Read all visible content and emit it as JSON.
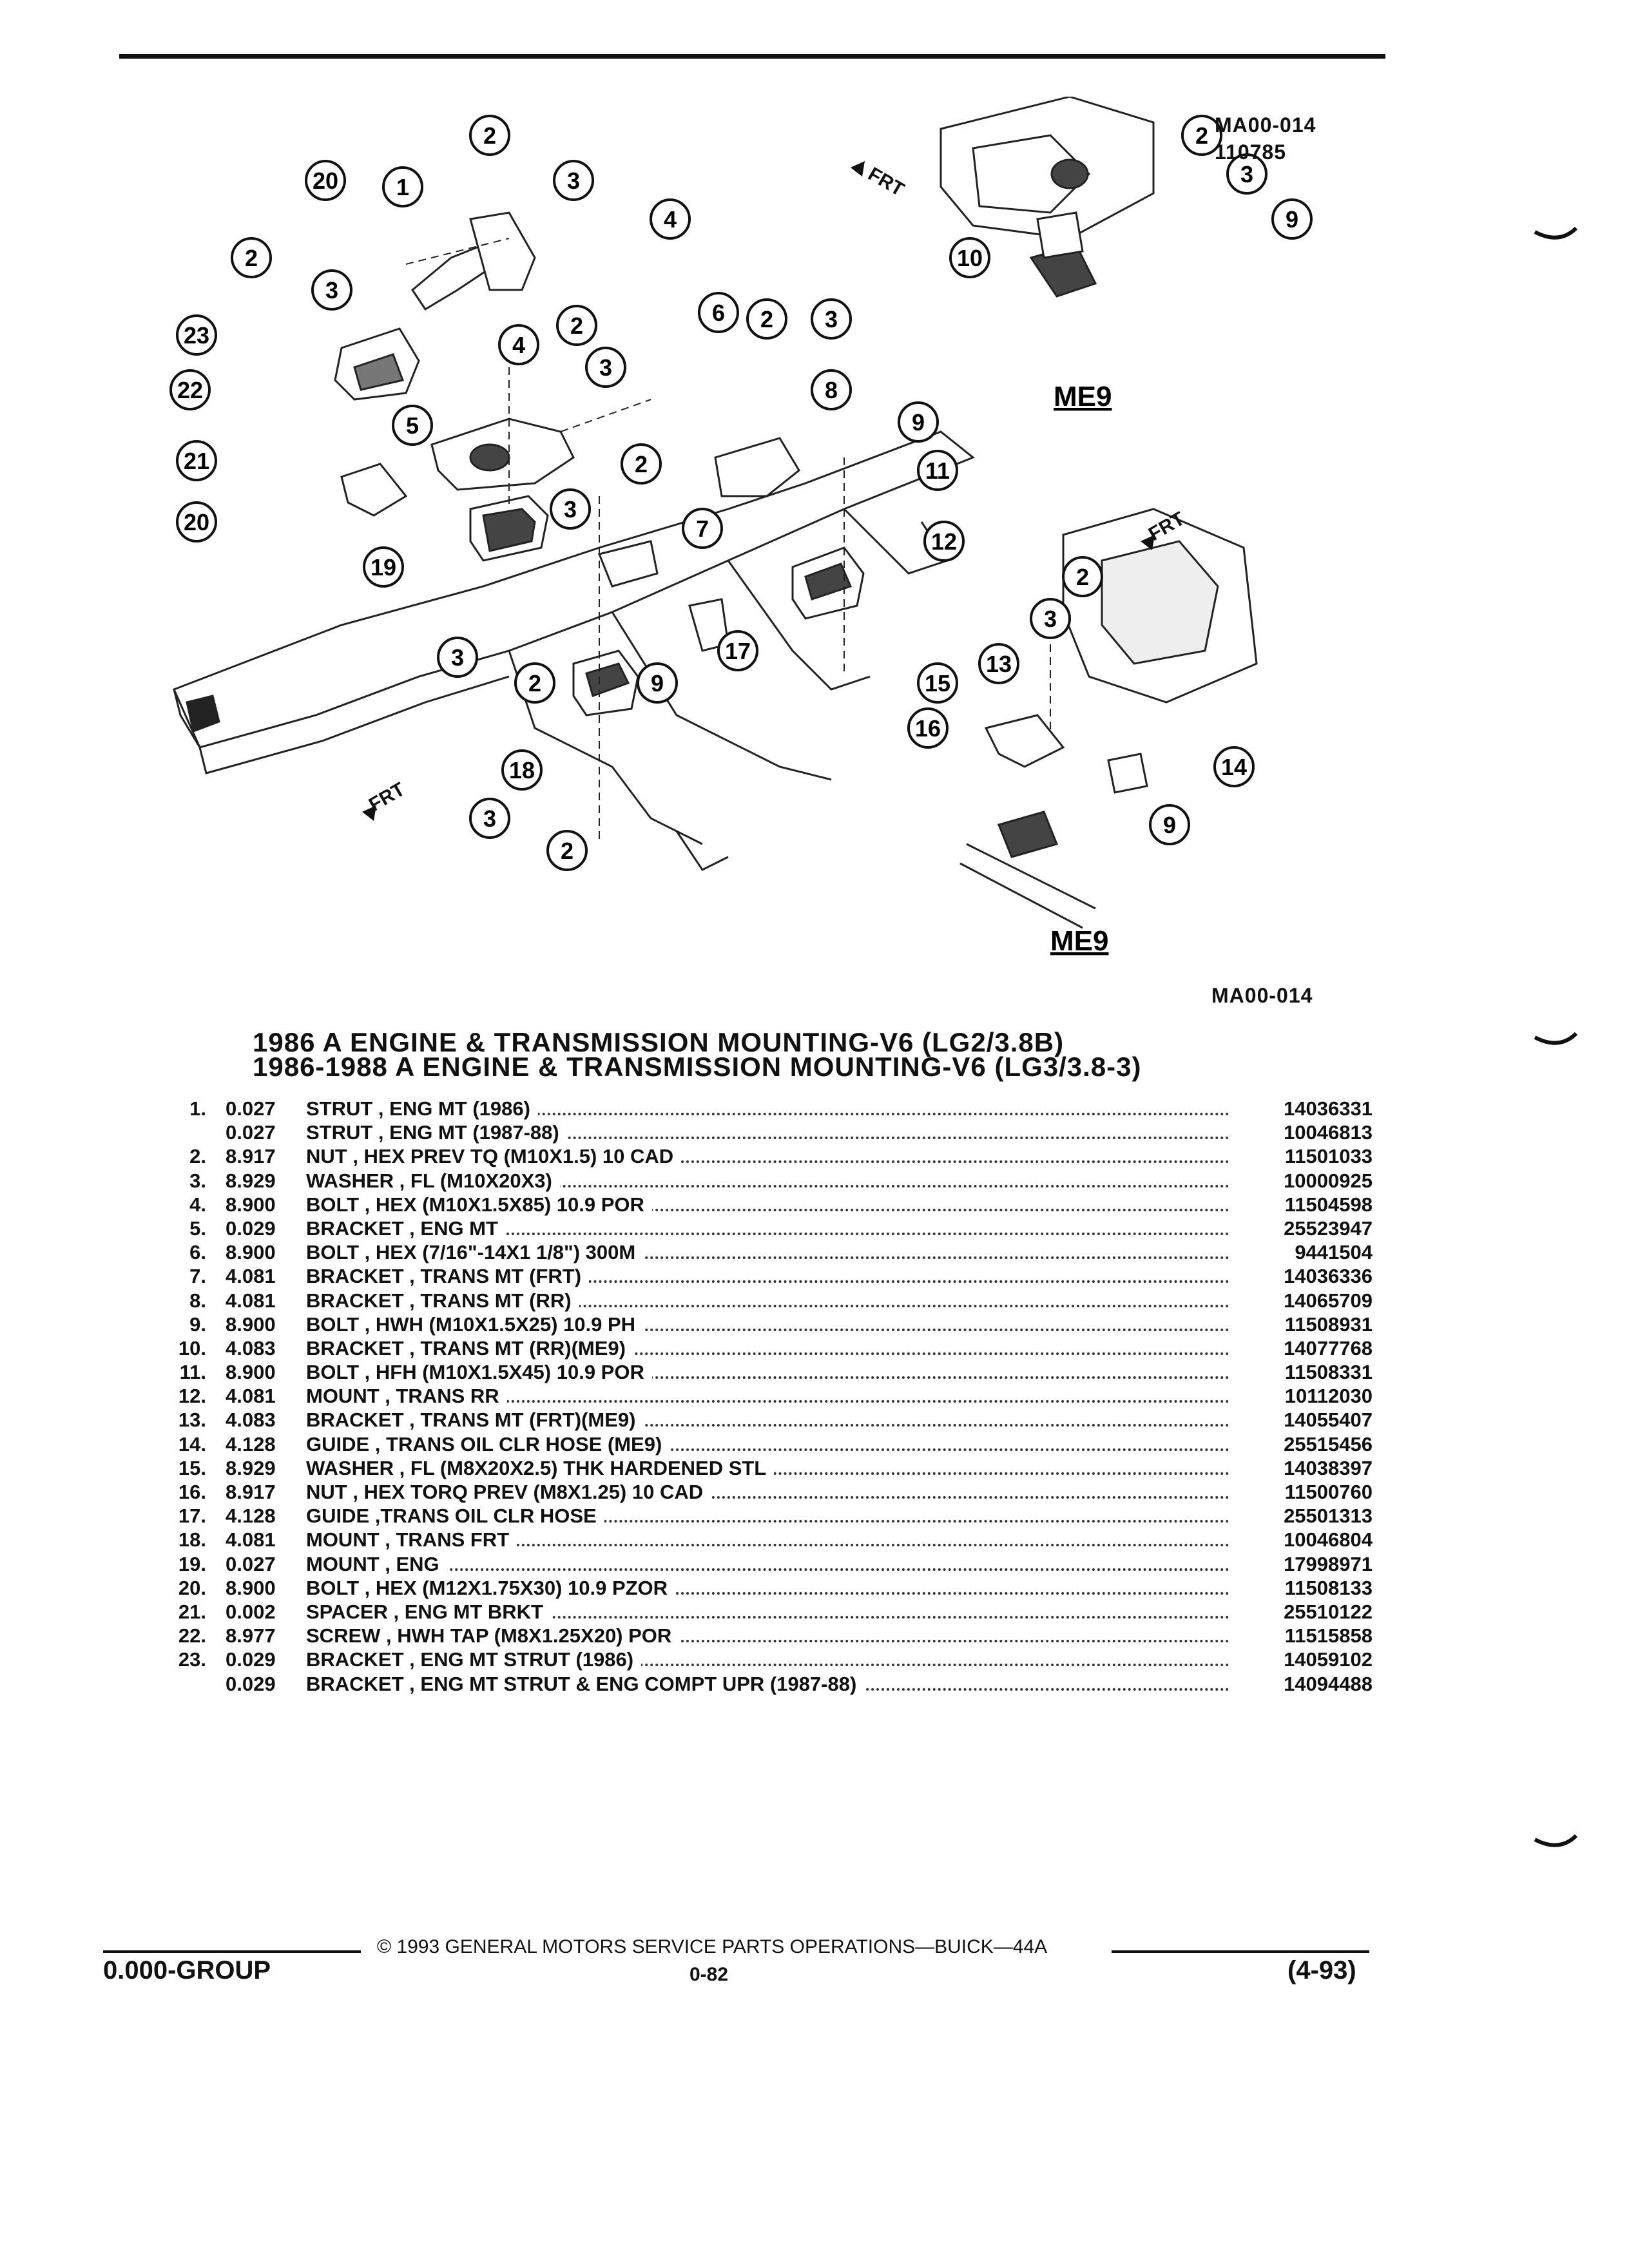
{
  "header": {
    "ref_code_top": "MA00-014",
    "ref_date_top": "110785"
  },
  "diagram": {
    "callouts_main": [
      "2",
      "3",
      "4",
      "20",
      "1",
      "2",
      "3",
      "23",
      "4",
      "2",
      "6",
      "2",
      "3",
      "22",
      "3",
      "8",
      "9",
      "5",
      "21",
      "2",
      "11",
      "20",
      "3",
      "7",
      "12",
      "19",
      "17",
      "3",
      "2",
      "9",
      "15",
      "16",
      "18",
      "3",
      "2"
    ],
    "callouts_me9_top": [
      "2",
      "3",
      "9",
      "10"
    ],
    "callouts_me9_bottom": [
      "2",
      "3",
      "13",
      "14",
      "9"
    ],
    "frt_label": "FRT",
    "me9_label": "ME9",
    "ref_code_bottom": "MA00-014"
  },
  "titles": {
    "line1": "1986 A ENGINE & TRANSMISSION MOUNTING-V6 (LG2/3.8B)",
    "line2": "1986-1988 A ENGINE & TRANSMISSION MOUNTING-V6 (LG3/3.8-3)"
  },
  "parts": [
    {
      "no": "1.",
      "code": "0.027",
      "desc": "STRUT , ENG MT (1986)",
      "part": "14036331"
    },
    {
      "no": "",
      "code": "0.027",
      "desc": "STRUT , ENG MT (1987-88)",
      "part": "10046813"
    },
    {
      "no": "2.",
      "code": "8.917",
      "desc": "NUT , HEX PREV TQ (M10X1.5) 10 CAD",
      "part": "11501033"
    },
    {
      "no": "3.",
      "code": "8.929",
      "desc": "WASHER , FL (M10X20X3)",
      "part": "10000925"
    },
    {
      "no": "4.",
      "code": "8.900",
      "desc": "BOLT , HEX (M10X1.5X85) 10.9 POR",
      "part": "11504598"
    },
    {
      "no": "5.",
      "code": "0.029",
      "desc": "BRACKET , ENG MT",
      "part": "25523947"
    },
    {
      "no": "6.",
      "code": "8.900",
      "desc": "BOLT , HEX (7/16\"-14X1 1/8\") 300M",
      "part": "9441504"
    },
    {
      "no": "7.",
      "code": "4.081",
      "desc": "BRACKET , TRANS MT (FRT)",
      "part": "14036336"
    },
    {
      "no": "8.",
      "code": "4.081",
      "desc": "BRACKET , TRANS MT (RR)",
      "part": "14065709"
    },
    {
      "no": "9.",
      "code": "8.900",
      "desc": "BOLT , HWH (M10X1.5X25) 10.9 PH",
      "part": "11508931"
    },
    {
      "no": "10.",
      "code": "4.083",
      "desc": "BRACKET , TRANS MT (RR)(ME9)",
      "part": "14077768"
    },
    {
      "no": "11.",
      "code": "8.900",
      "desc": "BOLT , HFH (M10X1.5X45) 10.9 POR",
      "part": "11508331"
    },
    {
      "no": "12.",
      "code": "4.081",
      "desc": "MOUNT , TRANS RR",
      "part": "10112030"
    },
    {
      "no": "13.",
      "code": "4.083",
      "desc": "BRACKET , TRANS MT (FRT)(ME9)",
      "part": "14055407"
    },
    {
      "no": "14.",
      "code": "4.128",
      "desc": "GUIDE , TRANS OIL CLR HOSE (ME9)",
      "part": "25515456"
    },
    {
      "no": "15.",
      "code": "8.929",
      "desc": "WASHER , FL (M8X20X2.5) THK HARDENED STL",
      "part": "14038397"
    },
    {
      "no": "16.",
      "code": "8.917",
      "desc": "NUT , HEX TORQ PREV (M8X1.25) 10 CAD",
      "part": "11500760"
    },
    {
      "no": "17.",
      "code": "4.128",
      "desc": "GUIDE ,TRANS OIL CLR HOSE",
      "part": "25501313"
    },
    {
      "no": "18.",
      "code": "4.081",
      "desc": "MOUNT , TRANS FRT",
      "part": "10046804"
    },
    {
      "no": "19.",
      "code": "0.027",
      "desc": "MOUNT , ENG",
      "part": "17998971"
    },
    {
      "no": "20.",
      "code": "8.900",
      "desc": "BOLT , HEX (M12X1.75X30) 10.9 PZOR",
      "part": "11508133"
    },
    {
      "no": "21.",
      "code": "0.002",
      "desc": "SPACER , ENG MT BRKT",
      "part": "25510122"
    },
    {
      "no": "22.",
      "code": "8.977",
      "desc": "SCREW , HWH TAP (M8X1.25X20) POR",
      "part": "11515858"
    },
    {
      "no": "23.",
      "code": "0.029",
      "desc": "BRACKET , ENG MT STRUT (1986)",
      "part": "14059102"
    },
    {
      "no": "",
      "code": "0.029",
      "desc": "BRACKET , ENG MT STRUT & ENG COMPT UPR (1987-88)",
      "part": "14094488"
    }
  ],
  "footer": {
    "copyright": "© 1993 GENERAL MOTORS SERVICE PARTS OPERATIONS—BUICK—44A",
    "group": "0.000-GROUP",
    "page": "0-82",
    "date": "(4-93)"
  }
}
